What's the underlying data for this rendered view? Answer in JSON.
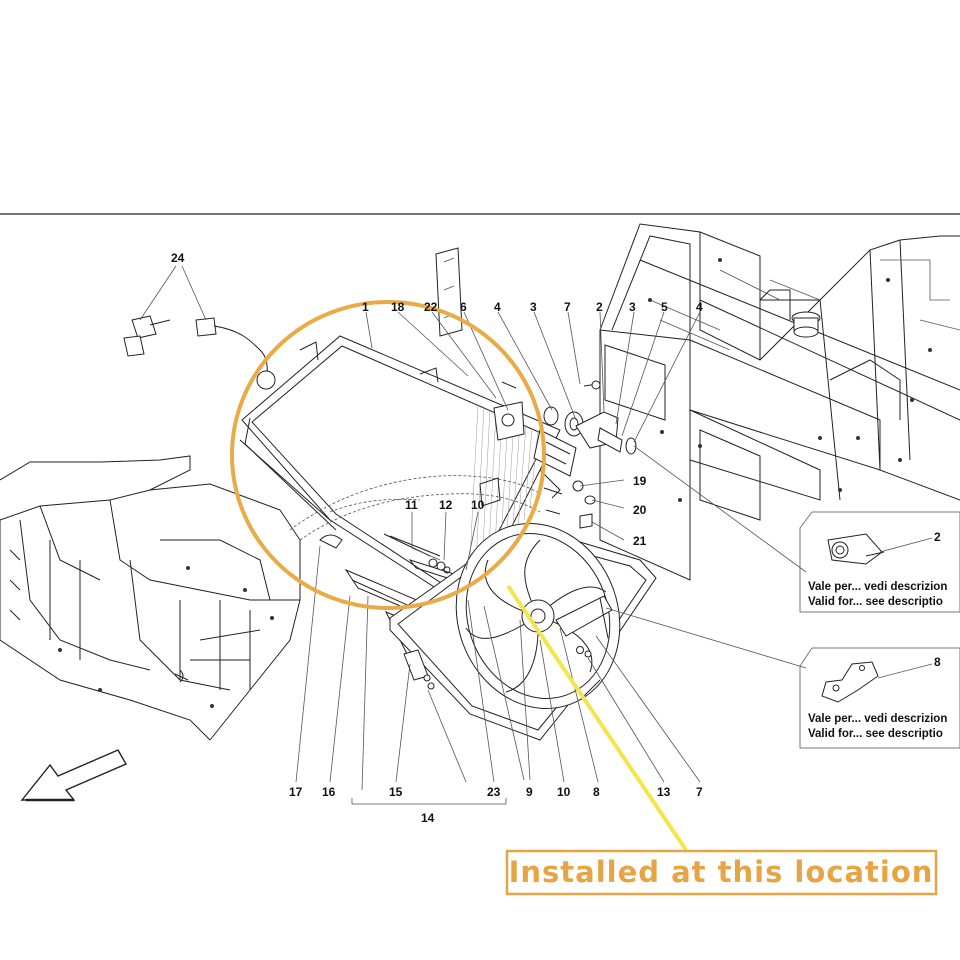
{
  "callouts": [
    {
      "id": "c24",
      "label": "24"
    },
    {
      "id": "c1",
      "label": "1"
    },
    {
      "id": "c18",
      "label": "18"
    },
    {
      "id": "c22",
      "label": "22"
    },
    {
      "id": "c6",
      "label": "6"
    },
    {
      "id": "c4a",
      "label": "4"
    },
    {
      "id": "c3a",
      "label": "3"
    },
    {
      "id": "c7a",
      "label": "7"
    },
    {
      "id": "c2a",
      "label": "2"
    },
    {
      "id": "c3b",
      "label": "3"
    },
    {
      "id": "c5",
      "label": "5"
    },
    {
      "id": "c4b",
      "label": "4"
    },
    {
      "id": "c19",
      "label": "19"
    },
    {
      "id": "c20",
      "label": "20"
    },
    {
      "id": "c21",
      "label": "21"
    },
    {
      "id": "c11",
      "label": "11"
    },
    {
      "id": "c12",
      "label": "12"
    },
    {
      "id": "c10a",
      "label": "10"
    },
    {
      "id": "c17",
      "label": "17"
    },
    {
      "id": "c16",
      "label": "16"
    },
    {
      "id": "c15",
      "label": "15"
    },
    {
      "id": "c23",
      "label": "23"
    },
    {
      "id": "c9",
      "label": "9"
    },
    {
      "id": "c10b",
      "label": "10"
    },
    {
      "id": "c8a",
      "label": "8"
    },
    {
      "id": "c13",
      "label": "13"
    },
    {
      "id": "c7b",
      "label": "7"
    },
    {
      "id": "c14",
      "label": "14"
    },
    {
      "id": "c2b",
      "label": "2"
    },
    {
      "id": "c8b",
      "label": "8"
    }
  ],
  "notes": {
    "detail_2": {
      "line1": "Vale per... vedi descrizion",
      "line2": "Valid for... see descriptio"
    },
    "detail_8": {
      "line1": "Vale per... vedi descrizion",
      "line2": "Valid for... see descriptio"
    }
  },
  "banner": {
    "text": "Installed at this location"
  },
  "colors": {
    "highlight_ring": "#e8ab45",
    "pointer": "#f2e64a",
    "banner_text": "#e6a445",
    "banner_border": "#e6a445"
  },
  "icons": {
    "direction": "front-direction-arrow-icon"
  }
}
